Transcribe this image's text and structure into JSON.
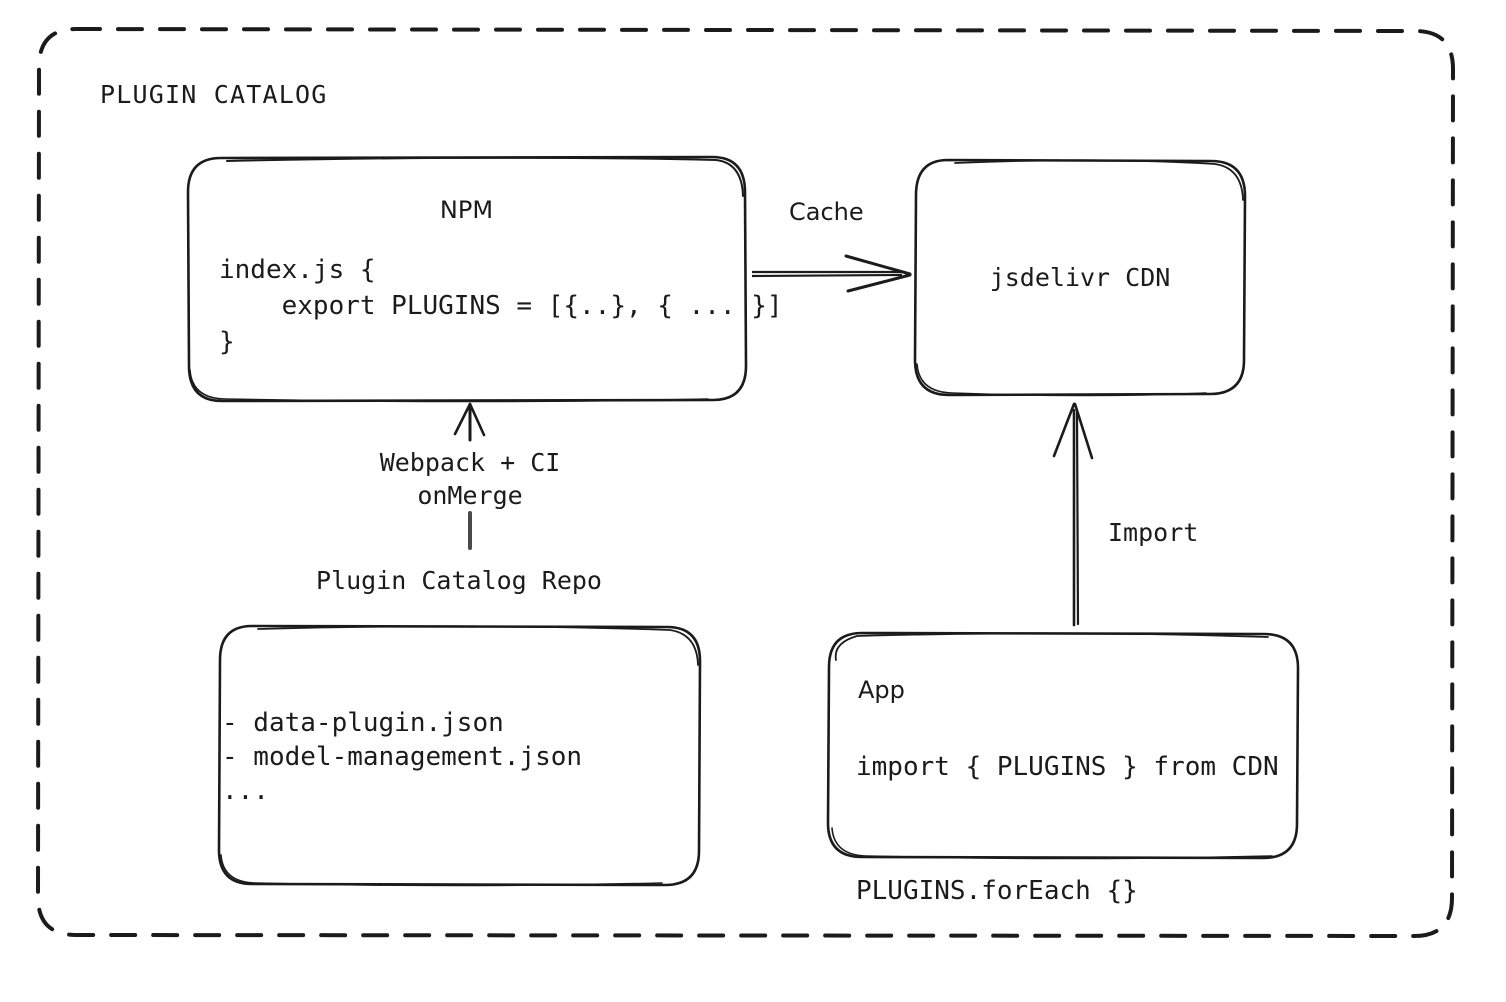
{
  "diagram": {
    "group_title": "PLUGIN CATALOG",
    "boundary_style": "dashed-rounded-rect",
    "stroke_color": "#1b1b1b",
    "background_color": "#ffffff"
  },
  "nodes": {
    "npm": {
      "title": "NPM",
      "code": "index.js {\n    export PLUGINS = [{..}, { ... }]\n}"
    },
    "cdn": {
      "title": "jsdelivr CDN"
    },
    "repo": {
      "caption": "Plugin Catalog Repo",
      "items": "- data-plugin.json\n- model-management.json\n..."
    },
    "app": {
      "title": "App",
      "code": "import { PLUGINS } from CDN\n\nPLUGINS.forEach {}"
    }
  },
  "edges": {
    "npm_to_cdn": {
      "label": "Cache",
      "direction": "right"
    },
    "repo_to_npm": {
      "label": "Webpack + CI\nonMerge",
      "direction": "up"
    },
    "app_to_cdn": {
      "label": "Import",
      "direction": "up"
    }
  }
}
